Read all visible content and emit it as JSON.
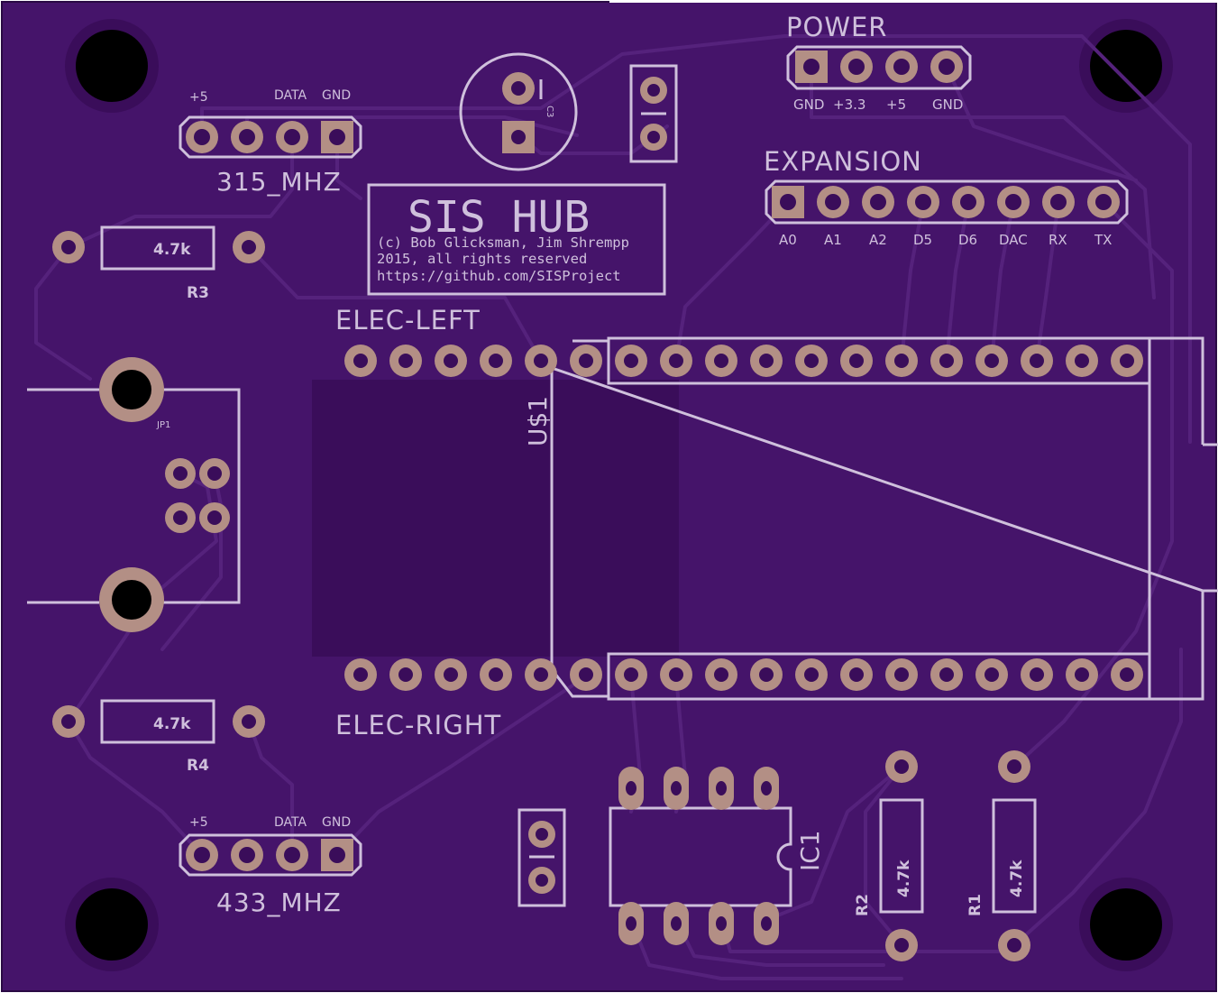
{
  "colors": {
    "board": "#45146a",
    "board_dark": "#3a0d5a",
    "trace": "#55227c",
    "silk": "#cfc0dc",
    "pad": "#b38f85",
    "hole": "#3a0d5a",
    "mount_hole": "#000000"
  },
  "board_title": {
    "title": "SIS HUB",
    "line1": "(c) Bob Glicksman, Jim Shrempp",
    "line2": "2015, all rights reserved",
    "line3": "https://github.com/SISProject"
  },
  "power": {
    "label": "POWER",
    "pins": [
      "GND",
      "+3.3",
      "+5",
      "GND"
    ]
  },
  "expansion": {
    "label": "EXPANSION",
    "pins": [
      "A0",
      "A1",
      "A2",
      "D5",
      "D6",
      "DAC",
      "RX",
      "TX"
    ]
  },
  "rx315": {
    "name": "315_MHZ",
    "pin_plus": "+5",
    "pin_data": "DATA",
    "pin_gnd": "GND"
  },
  "rx433": {
    "name": "433_MHZ",
    "pin_plus": "+5",
    "pin_data": "DATA",
    "pin_gnd": "GND"
  },
  "resistors": {
    "r3": {
      "name": "R3",
      "value": "4.7k"
    },
    "r4": {
      "name": "R4",
      "value": "4.7k"
    },
    "r2": {
      "name": "R2",
      "value": "4.7k"
    },
    "r1": {
      "name": "R1",
      "value": "4.7k"
    }
  },
  "headers": {
    "elec_left": "ELEC-LEFT",
    "elec_right": "ELEC-RIGHT",
    "module": "U$1",
    "ic": "IC1",
    "jack": "JP1",
    "cap_mark": "C3"
  }
}
